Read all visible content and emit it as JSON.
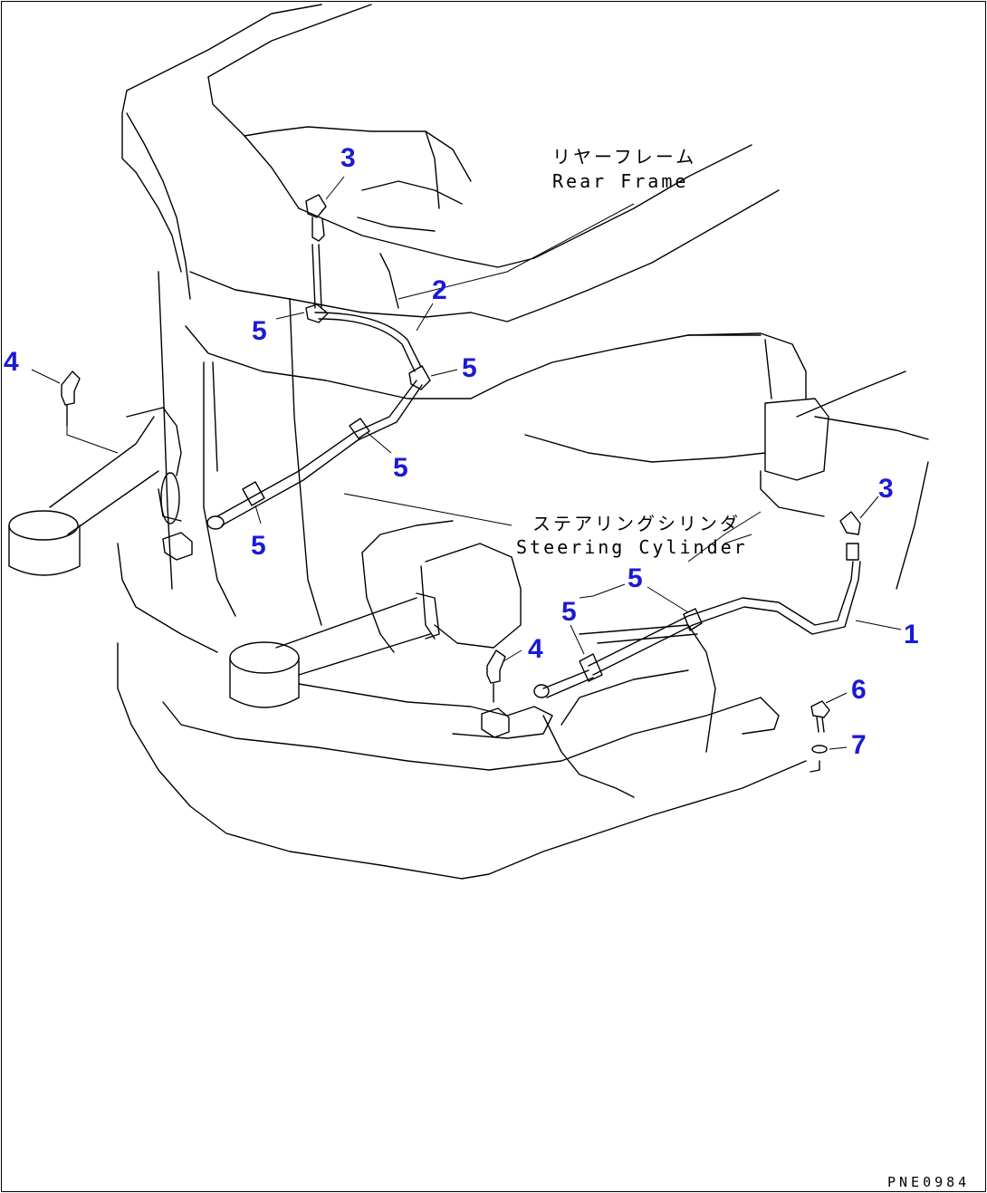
{
  "accent_color": "#1a1ad6",
  "line_color": "#000000",
  "callouts": {
    "rear_frame_jp": "リヤーフレーム",
    "rear_frame_en": "Rear Frame",
    "steering_cylinder_jp": "ステアリングシリンダ",
    "steering_cylinder_en": "Steering Cylinder"
  },
  "part_numbers": {
    "p3_top": "3",
    "p2": "2",
    "p5_upper_left": "5",
    "p5_upper_right": "5",
    "p4_left": "4",
    "p5_mid": "5",
    "p5_left_lower": "5",
    "p3_right": "3",
    "p5_lower_right": "5",
    "p5_lower_mid": "5",
    "p4_center": "4",
    "p1": "1",
    "p6": "6",
    "p7": "7"
  },
  "document_id": "PNE0984"
}
